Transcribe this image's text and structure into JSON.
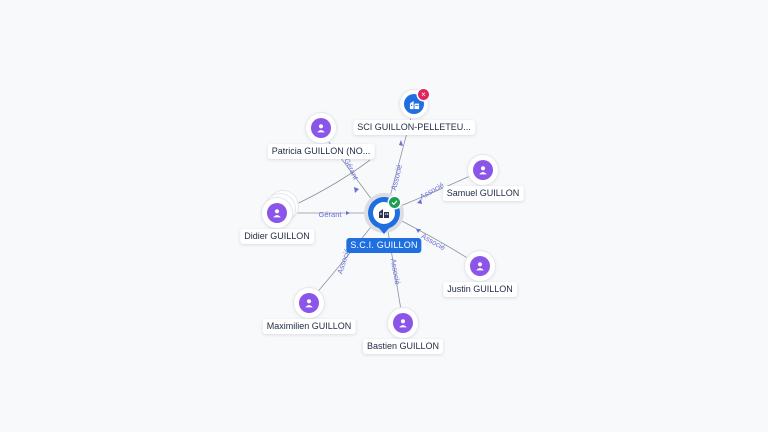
{
  "center": {
    "label": "S.C.I. GUILLON",
    "status": "check-badge-icon"
  },
  "nodes": [
    {
      "id": "sci-guillon-pelleteu",
      "label": "SCI GUILLON-PELLETEU...",
      "kind": "company",
      "status": "closed-x-badge-icon"
    },
    {
      "id": "patricia-guillon",
      "label": "Patricia GUILLON (NO...",
      "kind": "person"
    },
    {
      "id": "samuel-guillon",
      "label": "Samuel GUILLON",
      "kind": "person"
    },
    {
      "id": "didier-guillon",
      "label": "Didier GUILLON",
      "kind": "person",
      "stacked": true
    },
    {
      "id": "justin-guillon",
      "label": "Justin GUILLON",
      "kind": "person"
    },
    {
      "id": "maximilien-guillon",
      "label": "Maximilien GUILLON",
      "kind": "person"
    },
    {
      "id": "bastien-guillon",
      "label": "Bastien GUILLON",
      "kind": "person"
    }
  ],
  "edges": [
    {
      "to": "sci-guillon-pelleteu",
      "label": "Associé"
    },
    {
      "to": "patricia-guillon",
      "label": "Gérant"
    },
    {
      "to": "samuel-guillon",
      "label": "Associé"
    },
    {
      "to": "didier-guillon",
      "label": "Gérant"
    },
    {
      "to": "justin-guillon",
      "label": "Associé"
    },
    {
      "to": "maximilien-guillon",
      "label": "Associé"
    },
    {
      "to": "bastien-guillon",
      "label": "Associé"
    }
  ],
  "colors": {
    "person": "#8a55e8",
    "company": "#1f6fe0",
    "edge_line": "#8d93a3",
    "edge_label": "#6b6fd6",
    "closed_badge": "#e0245e",
    "active_badge": "#1f9d55"
  }
}
